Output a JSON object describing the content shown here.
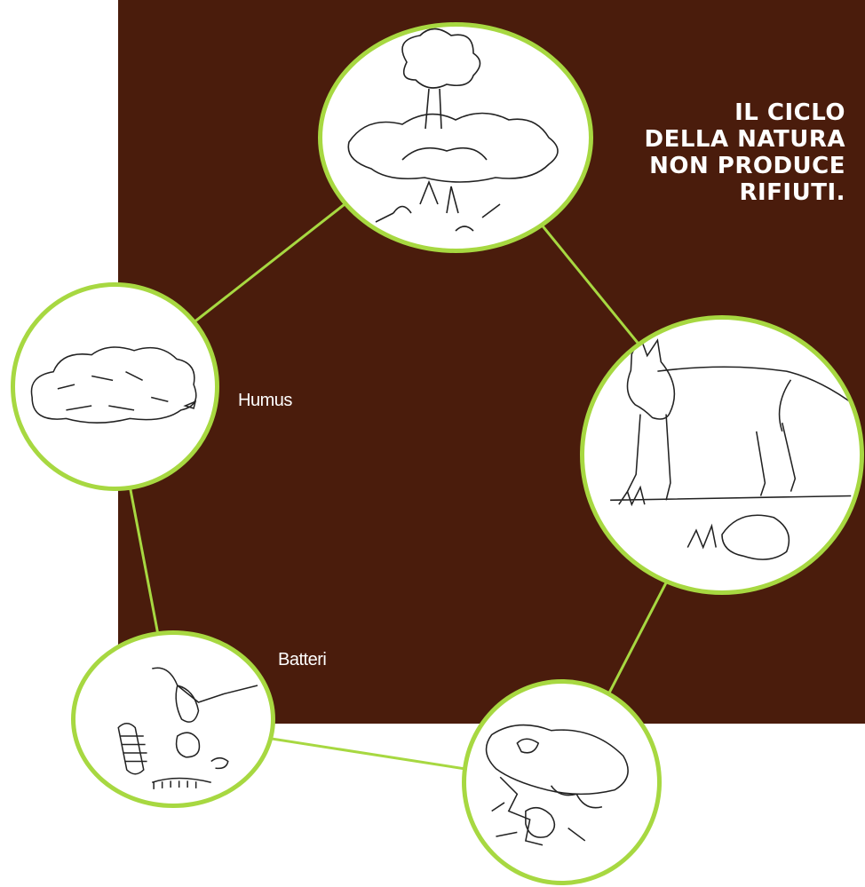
{
  "title": {
    "lines": [
      "IL CICLO",
      "DELLA NATURA",
      "NON PRODUCE",
      "RIFIUTI."
    ]
  },
  "labels": {
    "humus": "Humus",
    "bacteria": "Batteri"
  },
  "colors": {
    "background": "#4a1c0c",
    "ring": "#a7d841",
    "text": "#ffffff"
  },
  "nodes": [
    {
      "name": "tree-forest-illustration"
    },
    {
      "name": "fox-illustration"
    },
    {
      "name": "decomposing-animal-illustration"
    },
    {
      "name": "bacteria-illustration"
    },
    {
      "name": "humus-illustration"
    }
  ]
}
